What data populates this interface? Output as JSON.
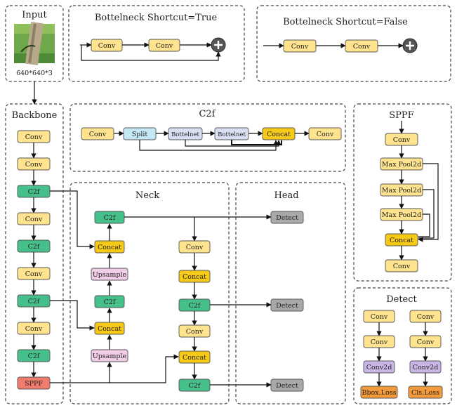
{
  "input": {
    "title": "Input",
    "size": "640*640*3"
  },
  "shortcut_true": {
    "title": "Bottelneck  Shortcut=True",
    "conv": "Conv"
  },
  "shortcut_false": {
    "title": "Bottelneck  Shortcut=False",
    "conv": "Conv"
  },
  "backbone": {
    "title": "Backbone",
    "blocks": [
      "Conv",
      "Conv",
      "C2f",
      "Conv",
      "C2f",
      "Conv",
      "C2f",
      "Conv",
      "C2f",
      "SPPF"
    ]
  },
  "c2f": {
    "title": "C2f",
    "blocks": [
      "Conv",
      "Split",
      "Bottelnet",
      "Bottelnet",
      "Concat",
      "Conv"
    ]
  },
  "neck": {
    "title": "Neck",
    "left": {
      "c2f": "C2f",
      "concat": "Concat",
      "upsample": "Upsample"
    },
    "right": {
      "conv": "Conv",
      "concat": "Concat",
      "c2f": "C2f"
    }
  },
  "head": {
    "title": "Head",
    "detect": "Detect"
  },
  "sppf": {
    "title": "SPPF",
    "blocks": [
      "Conv",
      "Max Pool2d",
      "Max Pool2d",
      "Max Pool2d",
      "Concat",
      "Conv"
    ]
  },
  "detect": {
    "title": "Detect",
    "conv": "Conv",
    "conv2d": "Conv2d",
    "bbox_loss": "Bbox.Loss",
    "cls_loss": "Cls.Loss"
  }
}
